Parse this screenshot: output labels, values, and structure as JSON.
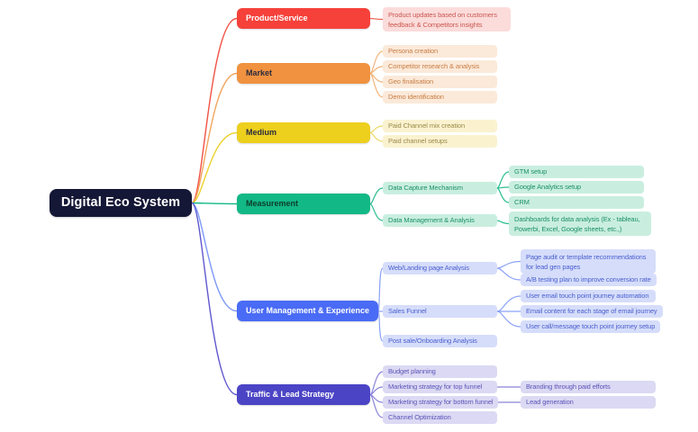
{
  "root": {
    "label": "Digital Eco System"
  },
  "branches": [
    {
      "label": "Product/Service",
      "children": [
        {
          "label": "Product updates based on customers feedback & Competitors insights"
        }
      ]
    },
    {
      "label": "Market",
      "children": [
        {
          "label": "Persona creation"
        },
        {
          "label": "Competitor research & analysis"
        },
        {
          "label": "Geo finalisation"
        },
        {
          "label": "Demo identification"
        }
      ]
    },
    {
      "label": "Medium",
      "children": [
        {
          "label": "Paid Channel mix creation"
        },
        {
          "label": "Paid channel setups"
        }
      ]
    },
    {
      "label": "Measurement",
      "children": [
        {
          "label": "Data Capture Mechanism",
          "children": [
            {
              "label": "GTM setup"
            },
            {
              "label": "Google Analytics setup"
            },
            {
              "label": "CRM"
            }
          ]
        },
        {
          "label": "Data Management & Analysis",
          "children": [
            {
              "label": "Dashboards for data analysis (Ex - tableau, Powerbi, Excel, Google sheets, etc.,)"
            }
          ]
        }
      ]
    },
    {
      "label": "User Management & Experience",
      "children": [
        {
          "label": "Web/Landing page Analysis",
          "children": [
            {
              "label": "Page audit or template recommendations for lead gen pages"
            },
            {
              "label": "A/B testing plan to improve conversion rate"
            }
          ]
        },
        {
          "label": "Sales Funnel",
          "children": [
            {
              "label": "User email touch point journey automation"
            },
            {
              "label": "Email content for each stage of email journey"
            },
            {
              "label": "User call/message touch point journey setup"
            }
          ]
        },
        {
          "label": "Post sale/Onboarding Analysis"
        }
      ]
    },
    {
      "label": "Traffic & Lead Strategy",
      "children": [
        {
          "label": "Budget planning"
        },
        {
          "label": "Marketing strategy for top funnel",
          "children": [
            {
              "label": "Branding through paid efforts"
            }
          ]
        },
        {
          "label": "Marketing strategy for bottom funnel",
          "children": [
            {
              "label": "Lead generation"
            }
          ]
        },
        {
          "label": "Channel Optimization"
        }
      ]
    }
  ],
  "root_style": {
    "bg": "#141735",
    "text": "#ffffff"
  },
  "palette": {
    "product": {
      "node_bg": "#f5413a",
      "node_text": "#ffffff",
      "leaf_bg": "#fbdcdb",
      "leaf_text": "#cb564e",
      "trunk": "#f15246",
      "branch_line": "#ec5d51"
    },
    "market": {
      "node_bg": "#f0923f",
      "node_text": "#2b2b3e",
      "leaf_bg": "#fbe9d9",
      "leaf_text": "#c97e45",
      "trunk": "#f2a65e",
      "branch_line": "#f2b47a"
    },
    "medium": {
      "node_bg": "#edcf1d",
      "node_text": "#2b2b3e",
      "leaf_bg": "#faf2cf",
      "leaf_text": "#9b894a",
      "trunk": "#ecd232",
      "branch_line": "#ecd968"
    },
    "measurement": {
      "node_bg": "#12b885",
      "node_text": "#0d3c2d",
      "leaf_bg": "#c9eedf",
      "leaf_text": "#1b9069",
      "trunk": "#12b885",
      "branch_line": "#2abd90"
    },
    "ume": {
      "node_bg": "#4a6bf5",
      "node_text": "#ffffff",
      "leaf_bg": "#d5ddfa",
      "leaf_text": "#4a5ecf",
      "trunk": "#7e98f7",
      "branch_line": "#8ba2f7"
    },
    "traffic": {
      "node_bg": "#4b44c5",
      "node_text": "#ffffff",
      "leaf_bg": "#dbd9f3",
      "leaf_text": "#5b54b9",
      "trunk": "#6059cf",
      "branch_line": "#8a84da"
    }
  }
}
